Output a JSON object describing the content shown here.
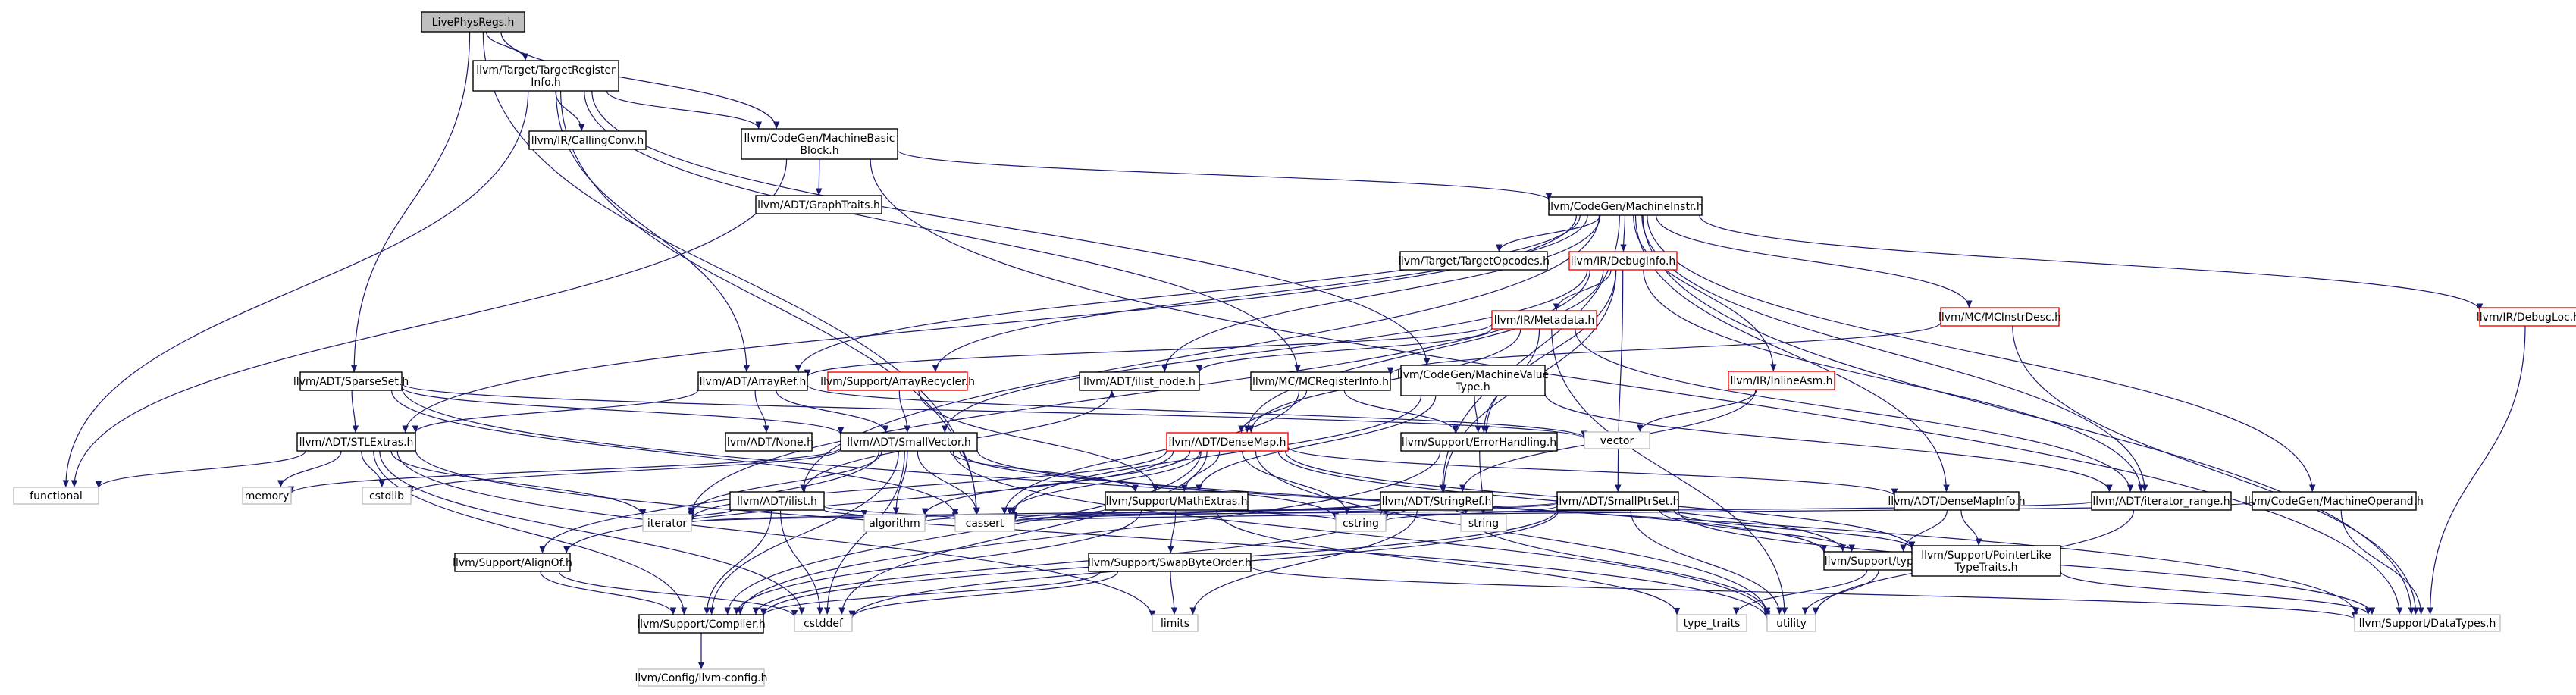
{
  "palette": {
    "edge": "#191970",
    "node_border_default": "#000000",
    "node_border_truncated": "#ff0000",
    "node_border_external": "#bfbfbf",
    "node_fill_root": "#bfbfbf",
    "node_fill": "#ffffff",
    "text": "#000000"
  },
  "nodes": [
    {
      "id": "root",
      "lines": [
        "LivePhysRegs.h"
      ],
      "kind": "root"
    },
    {
      "id": "tri",
      "lines": [
        "llvm/Target/TargetRegister",
        "Info.h"
      ],
      "kind": "normal"
    },
    {
      "id": "mbb",
      "lines": [
        "llvm/CodeGen/MachineBasic",
        "Block.h"
      ],
      "kind": "normal"
    },
    {
      "id": "cc",
      "lines": [
        "llvm/IR/CallingConv.h"
      ],
      "kind": "normal"
    },
    {
      "id": "gt",
      "lines": [
        "llvm/ADT/GraphTraits.h"
      ],
      "kind": "normal"
    },
    {
      "id": "mi",
      "lines": [
        "llvm/CodeGen/MachineInstr.h"
      ],
      "kind": "normal"
    },
    {
      "id": "tto",
      "lines": [
        "llvm/Target/TargetOpcodes.h"
      ],
      "kind": "normal"
    },
    {
      "id": "dbg",
      "lines": [
        "llvm/IR/DebugInfo.h"
      ],
      "kind": "truncated"
    },
    {
      "id": "mcid",
      "lines": [
        "llvm/MC/MCInstrDesc.h"
      ],
      "kind": "truncated"
    },
    {
      "id": "dl",
      "lines": [
        "llvm/IR/DebugLoc.h"
      ],
      "kind": "truncated"
    },
    {
      "id": "md",
      "lines": [
        "llvm/IR/Metadata.h"
      ],
      "kind": "truncated"
    },
    {
      "id": "ia",
      "lines": [
        "llvm/IR/InlineAsm.h"
      ],
      "kind": "truncated"
    },
    {
      "id": "ss",
      "lines": [
        "llvm/ADT/SparseSet.h"
      ],
      "kind": "normal"
    },
    {
      "id": "ar",
      "lines": [
        "llvm/ADT/ArrayRef.h"
      ],
      "kind": "normal"
    },
    {
      "id": "arc",
      "lines": [
        "llvm/Support/ArrayRecycler.h"
      ],
      "kind": "truncated"
    },
    {
      "id": "iln",
      "lines": [
        "llvm/ADT/ilist_node.h"
      ],
      "kind": "normal"
    },
    {
      "id": "mcri",
      "lines": [
        "llvm/MC/MCRegisterInfo.h"
      ],
      "kind": "normal"
    },
    {
      "id": "mvt",
      "lines": [
        "llvm/CodeGen/MachineValue",
        "Type.h"
      ],
      "kind": "normal"
    },
    {
      "id": "vec",
      "lines": [
        "vector"
      ],
      "kind": "external"
    },
    {
      "id": "stl",
      "lines": [
        "llvm/ADT/STLExtras.h"
      ],
      "kind": "normal"
    },
    {
      "id": "none",
      "lines": [
        "llvm/ADT/None.h"
      ],
      "kind": "normal"
    },
    {
      "id": "sv",
      "lines": [
        "llvm/ADT/SmallVector.h"
      ],
      "kind": "normal"
    },
    {
      "id": "dm",
      "lines": [
        "llvm/ADT/DenseMap.h"
      ],
      "kind": "truncated"
    },
    {
      "id": "eh",
      "lines": [
        "llvm/Support/ErrorHandling.h"
      ],
      "kind": "normal"
    },
    {
      "id": "fn",
      "lines": [
        "functional"
      ],
      "kind": "external"
    },
    {
      "id": "mem",
      "lines": [
        "memory"
      ],
      "kind": "external"
    },
    {
      "id": "cstdlib",
      "lines": [
        "cstdlib"
      ],
      "kind": "external"
    },
    {
      "id": "il",
      "lines": [
        "llvm/ADT/ilist.h"
      ],
      "kind": "normal"
    },
    {
      "id": "mex",
      "lines": [
        "llvm/Support/MathExtras.h"
      ],
      "kind": "normal"
    },
    {
      "id": "sr",
      "lines": [
        "llvm/ADT/StringRef.h"
      ],
      "kind": "normal"
    },
    {
      "id": "sps",
      "lines": [
        "llvm/ADT/SmallPtrSet.h"
      ],
      "kind": "normal"
    },
    {
      "id": "dmi",
      "lines": [
        "llvm/ADT/DenseMapInfo.h"
      ],
      "kind": "normal"
    },
    {
      "id": "itr",
      "lines": [
        "llvm/ADT/iterator_range.h"
      ],
      "kind": "normal"
    },
    {
      "id": "mo",
      "lines": [
        "llvm/CodeGen/MachineOperand.h"
      ],
      "kind": "normal"
    },
    {
      "id": "iter",
      "lines": [
        "iterator"
      ],
      "kind": "external"
    },
    {
      "id": "alg",
      "lines": [
        "algorithm"
      ],
      "kind": "external"
    },
    {
      "id": "cassert",
      "lines": [
        "cassert"
      ],
      "kind": "external"
    },
    {
      "id": "cstring",
      "lines": [
        "cstring"
      ],
      "kind": "external"
    },
    {
      "id": "string",
      "lines": [
        "string"
      ],
      "kind": "external"
    },
    {
      "id": "tt",
      "lines": [
        "llvm/Support/type_traits.h"
      ],
      "kind": "normal"
    },
    {
      "id": "ptl",
      "lines": [
        "llvm/Support/PointerLike",
        "TypeTraits.h"
      ],
      "kind": "normal"
    },
    {
      "id": "ao",
      "lines": [
        "llvm/Support/AlignOf.h"
      ],
      "kind": "normal"
    },
    {
      "id": "sbo",
      "lines": [
        "llvm/Support/SwapByteOrder.h"
      ],
      "kind": "normal"
    },
    {
      "id": "comp",
      "lines": [
        "llvm/Support/Compiler.h"
      ],
      "kind": "normal"
    },
    {
      "id": "cstddef",
      "lines": [
        "cstddef"
      ],
      "kind": "external"
    },
    {
      "id": "limits",
      "lines": [
        "limits"
      ],
      "kind": "external"
    },
    {
      "id": "type_traits",
      "lines": [
        "type_traits"
      ],
      "kind": "external"
    },
    {
      "id": "utility",
      "lines": [
        "utility"
      ],
      "kind": "external"
    },
    {
      "id": "dt",
      "lines": [
        "llvm/Support/DataTypes.h"
      ],
      "kind": "external"
    },
    {
      "id": "cfg",
      "lines": [
        "llvm/Config/llvm-config.h"
      ],
      "kind": "external"
    }
  ],
  "edges": [
    [
      "root",
      "tri"
    ],
    [
      "root",
      "mbb"
    ],
    [
      "root",
      "ss"
    ],
    [
      "root",
      "cassert"
    ],
    [
      "tri",
      "cc"
    ],
    [
      "tri",
      "mbb"
    ],
    [
      "tri",
      "ar"
    ],
    [
      "tri",
      "mcri"
    ],
    [
      "tri",
      "mvt"
    ],
    [
      "tri",
      "fn"
    ],
    [
      "tri",
      "cassert"
    ],
    [
      "mbb",
      "gt"
    ],
    [
      "mbb",
      "mi"
    ],
    [
      "mbb",
      "fn"
    ],
    [
      "mbb",
      "dt"
    ],
    [
      "mi",
      "tto"
    ],
    [
      "mi",
      "dbg"
    ],
    [
      "mi",
      "mcid"
    ],
    [
      "mi",
      "dl"
    ],
    [
      "mi",
      "ia"
    ],
    [
      "mi",
      "ar"
    ],
    [
      "mi",
      "arc"
    ],
    [
      "mi",
      "iln"
    ],
    [
      "mi",
      "il"
    ],
    [
      "mi",
      "stl"
    ],
    [
      "mi",
      "sr"
    ],
    [
      "mi",
      "dmi"
    ],
    [
      "mi",
      "itr"
    ],
    [
      "mi",
      "mo"
    ],
    [
      "mi",
      "dt"
    ],
    [
      "dbg",
      "md"
    ],
    [
      "dbg",
      "sv"
    ],
    [
      "dbg",
      "dm"
    ],
    [
      "dbg",
      "eh"
    ],
    [
      "dbg",
      "sps"
    ],
    [
      "dbg",
      "sr"
    ],
    [
      "dbg",
      "itr"
    ],
    [
      "dbg",
      "iter"
    ],
    [
      "mcid",
      "mcri"
    ],
    [
      "mcid",
      "dt"
    ],
    [
      "dl",
      "dt"
    ],
    [
      "md",
      "ar"
    ],
    [
      "md",
      "iln"
    ],
    [
      "md",
      "dm"
    ],
    [
      "md",
      "eh"
    ],
    [
      "md",
      "itr"
    ],
    [
      "md",
      "utility"
    ],
    [
      "ia",
      "sr"
    ],
    [
      "ia",
      "vec"
    ],
    [
      "ss",
      "stl"
    ],
    [
      "ss",
      "sv"
    ],
    [
      "ss",
      "vec"
    ],
    [
      "ss",
      "dt"
    ],
    [
      "ss",
      "cassert"
    ],
    [
      "ar",
      "none"
    ],
    [
      "ar",
      "sv"
    ],
    [
      "ar",
      "stl"
    ],
    [
      "ar",
      "vec"
    ],
    [
      "arc",
      "sv"
    ],
    [
      "arc",
      "mex"
    ],
    [
      "mcri",
      "dm"
    ],
    [
      "mcri",
      "eh"
    ],
    [
      "mcri",
      "cassert"
    ],
    [
      "mvt",
      "eh"
    ],
    [
      "mvt",
      "mex"
    ],
    [
      "mvt",
      "cassert"
    ],
    [
      "mvt",
      "itr"
    ],
    [
      "stl",
      "comp"
    ],
    [
      "stl",
      "fn"
    ],
    [
      "stl",
      "mem"
    ],
    [
      "stl",
      "cstdlib"
    ],
    [
      "stl",
      "iter"
    ],
    [
      "stl",
      "utility"
    ],
    [
      "stl",
      "cstddef"
    ],
    [
      "stl",
      "limits"
    ],
    [
      "sv",
      "ao"
    ],
    [
      "sv",
      "comp"
    ],
    [
      "sv",
      "mex"
    ],
    [
      "sv",
      "tt"
    ],
    [
      "sv",
      "alg"
    ],
    [
      "sv",
      "cassert"
    ],
    [
      "sv",
      "cstddef"
    ],
    [
      "sv",
      "cstdlib"
    ],
    [
      "sv",
      "cstring"
    ],
    [
      "sv",
      "mem"
    ],
    [
      "sv",
      "iter"
    ],
    [
      "sv",
      "utility"
    ],
    [
      "dm",
      "dmi"
    ],
    [
      "dm",
      "mex"
    ],
    [
      "dm",
      "ptl"
    ],
    [
      "dm",
      "tt"
    ],
    [
      "dm",
      "alg"
    ],
    [
      "dm",
      "cassert"
    ],
    [
      "dm",
      "cstddef"
    ],
    [
      "dm",
      "cstring"
    ],
    [
      "dm",
      "iter"
    ],
    [
      "dm",
      "utility"
    ],
    [
      "dm",
      "comp"
    ],
    [
      "dm",
      "ao"
    ],
    [
      "eh",
      "comp"
    ],
    [
      "eh",
      "string"
    ],
    [
      "il",
      "iln"
    ],
    [
      "il",
      "comp"
    ],
    [
      "il",
      "alg"
    ],
    [
      "il",
      "cassert"
    ],
    [
      "il",
      "cstddef"
    ],
    [
      "il",
      "iter"
    ],
    [
      "mex",
      "sbo"
    ],
    [
      "mex",
      "comp"
    ],
    [
      "mex",
      "cassert"
    ],
    [
      "mex",
      "cstring"
    ],
    [
      "mex",
      "type_traits"
    ],
    [
      "sr",
      "comp"
    ],
    [
      "sr",
      "alg"
    ],
    [
      "sr",
      "cassert"
    ],
    [
      "sr",
      "cstring"
    ],
    [
      "sr",
      "limits"
    ],
    [
      "sr",
      "string"
    ],
    [
      "sr",
      "utility"
    ],
    [
      "sps",
      "comp"
    ],
    [
      "sps",
      "tt"
    ],
    [
      "sps",
      "ptl"
    ],
    [
      "sps",
      "cassert"
    ],
    [
      "sps",
      "cstddef"
    ],
    [
      "sps",
      "cstring"
    ],
    [
      "sps",
      "iter"
    ],
    [
      "sps",
      "utility"
    ],
    [
      "sps",
      "dt"
    ],
    [
      "dmi",
      "ptl"
    ],
    [
      "dmi",
      "tt"
    ],
    [
      "itr",
      "iter"
    ],
    [
      "itr",
      "utility"
    ],
    [
      "mo",
      "cassert"
    ],
    [
      "mo",
      "dt"
    ],
    [
      "tt",
      "type_traits"
    ],
    [
      "tt",
      "utility"
    ],
    [
      "ptl",
      "dt"
    ],
    [
      "ao",
      "comp"
    ],
    [
      "ao",
      "cstddef"
    ],
    [
      "sbo",
      "comp"
    ],
    [
      "sbo",
      "dt"
    ],
    [
      "sbo",
      "cstddef"
    ],
    [
      "sbo",
      "limits"
    ],
    [
      "comp",
      "cfg"
    ]
  ]
}
